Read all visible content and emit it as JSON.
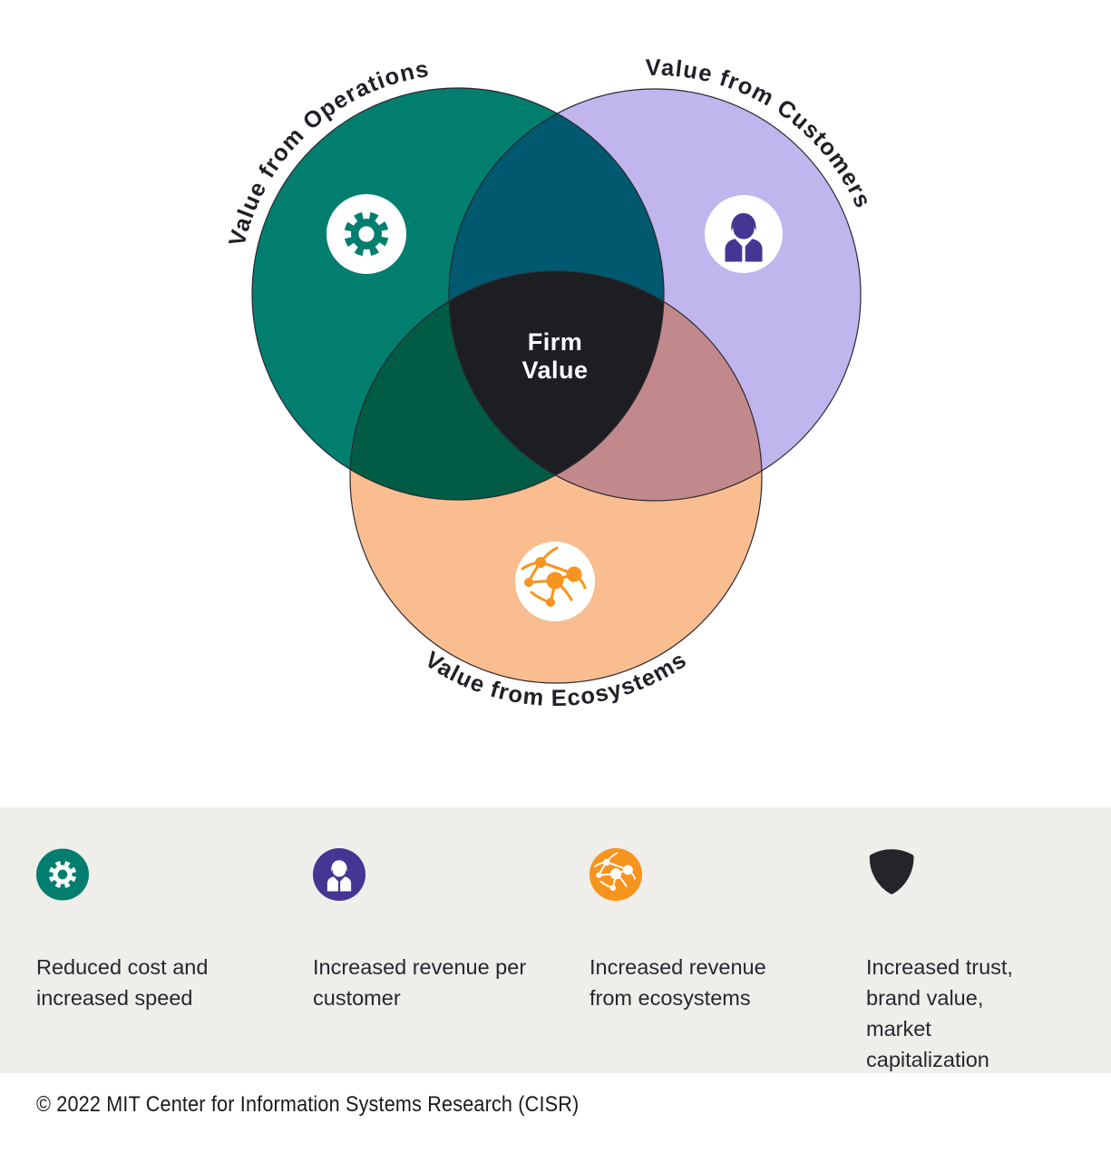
{
  "diagram": {
    "circles": [
      {
        "id": "operations",
        "label": "Value from Operations",
        "icon": "gear-icon",
        "color": "#027E6E"
      },
      {
        "id": "customers",
        "label": "Value from Customers",
        "icon": "person-icon",
        "color": "#C0B5ED"
      },
      {
        "id": "ecosystems",
        "label": "Value from Ecosystems",
        "icon": "network-icon",
        "color": "#F9BD90"
      }
    ],
    "overlap_colors": {
      "operations_customers": "#00596E",
      "operations_ecosystems": "#015C45",
      "customers_ecosystems": "#C2898D",
      "center": "#1C1E22"
    },
    "center": {
      "line1": "Firm",
      "line2": "Value"
    }
  },
  "legend": {
    "background": "#EFEEEB",
    "items": [
      {
        "icon": "gear-icon",
        "color": "#027E6E",
        "text": "Reduced cost and increased speed"
      },
      {
        "icon": "person-icon",
        "color": "#453693",
        "text": "Increased revenue per customer"
      },
      {
        "icon": "network-icon",
        "color": "#F7941E",
        "text": "Increased revenue from ecosystems"
      },
      {
        "icon": "shield-icon",
        "color": "#26242A",
        "text": "Increased trust, brand value, market capitalization"
      }
    ]
  },
  "footer": {
    "copyright": "© 2022 MIT Center for Information Systems Research (CISR)"
  }
}
